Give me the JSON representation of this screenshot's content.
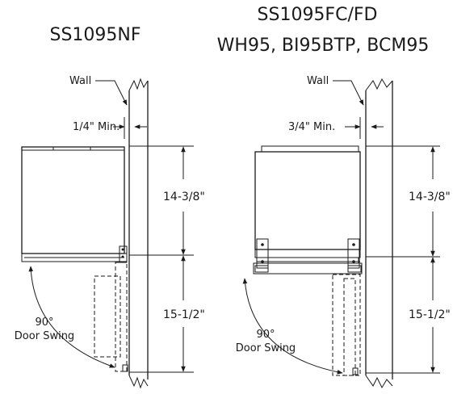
{
  "left_unit": {
    "model_title": "SS1095NF",
    "wall_label": "Wall",
    "min_clearance": "1/4\" Min.",
    "upper_height": "14-3/8\"",
    "lower_height": "15-1/2\"",
    "swing_angle": "90°",
    "swing_label": "Door Swing"
  },
  "right_unit": {
    "model_title_line1": "SS1095FC/FD",
    "model_title_line2": "WH95, BI95BTP, BCM95",
    "wall_label": "Wall",
    "min_clearance": "3/4\" Min.",
    "upper_height": "14-3/8\"",
    "lower_height": "15-1/2\"",
    "swing_angle": "90°",
    "swing_label": "Door Swing"
  }
}
